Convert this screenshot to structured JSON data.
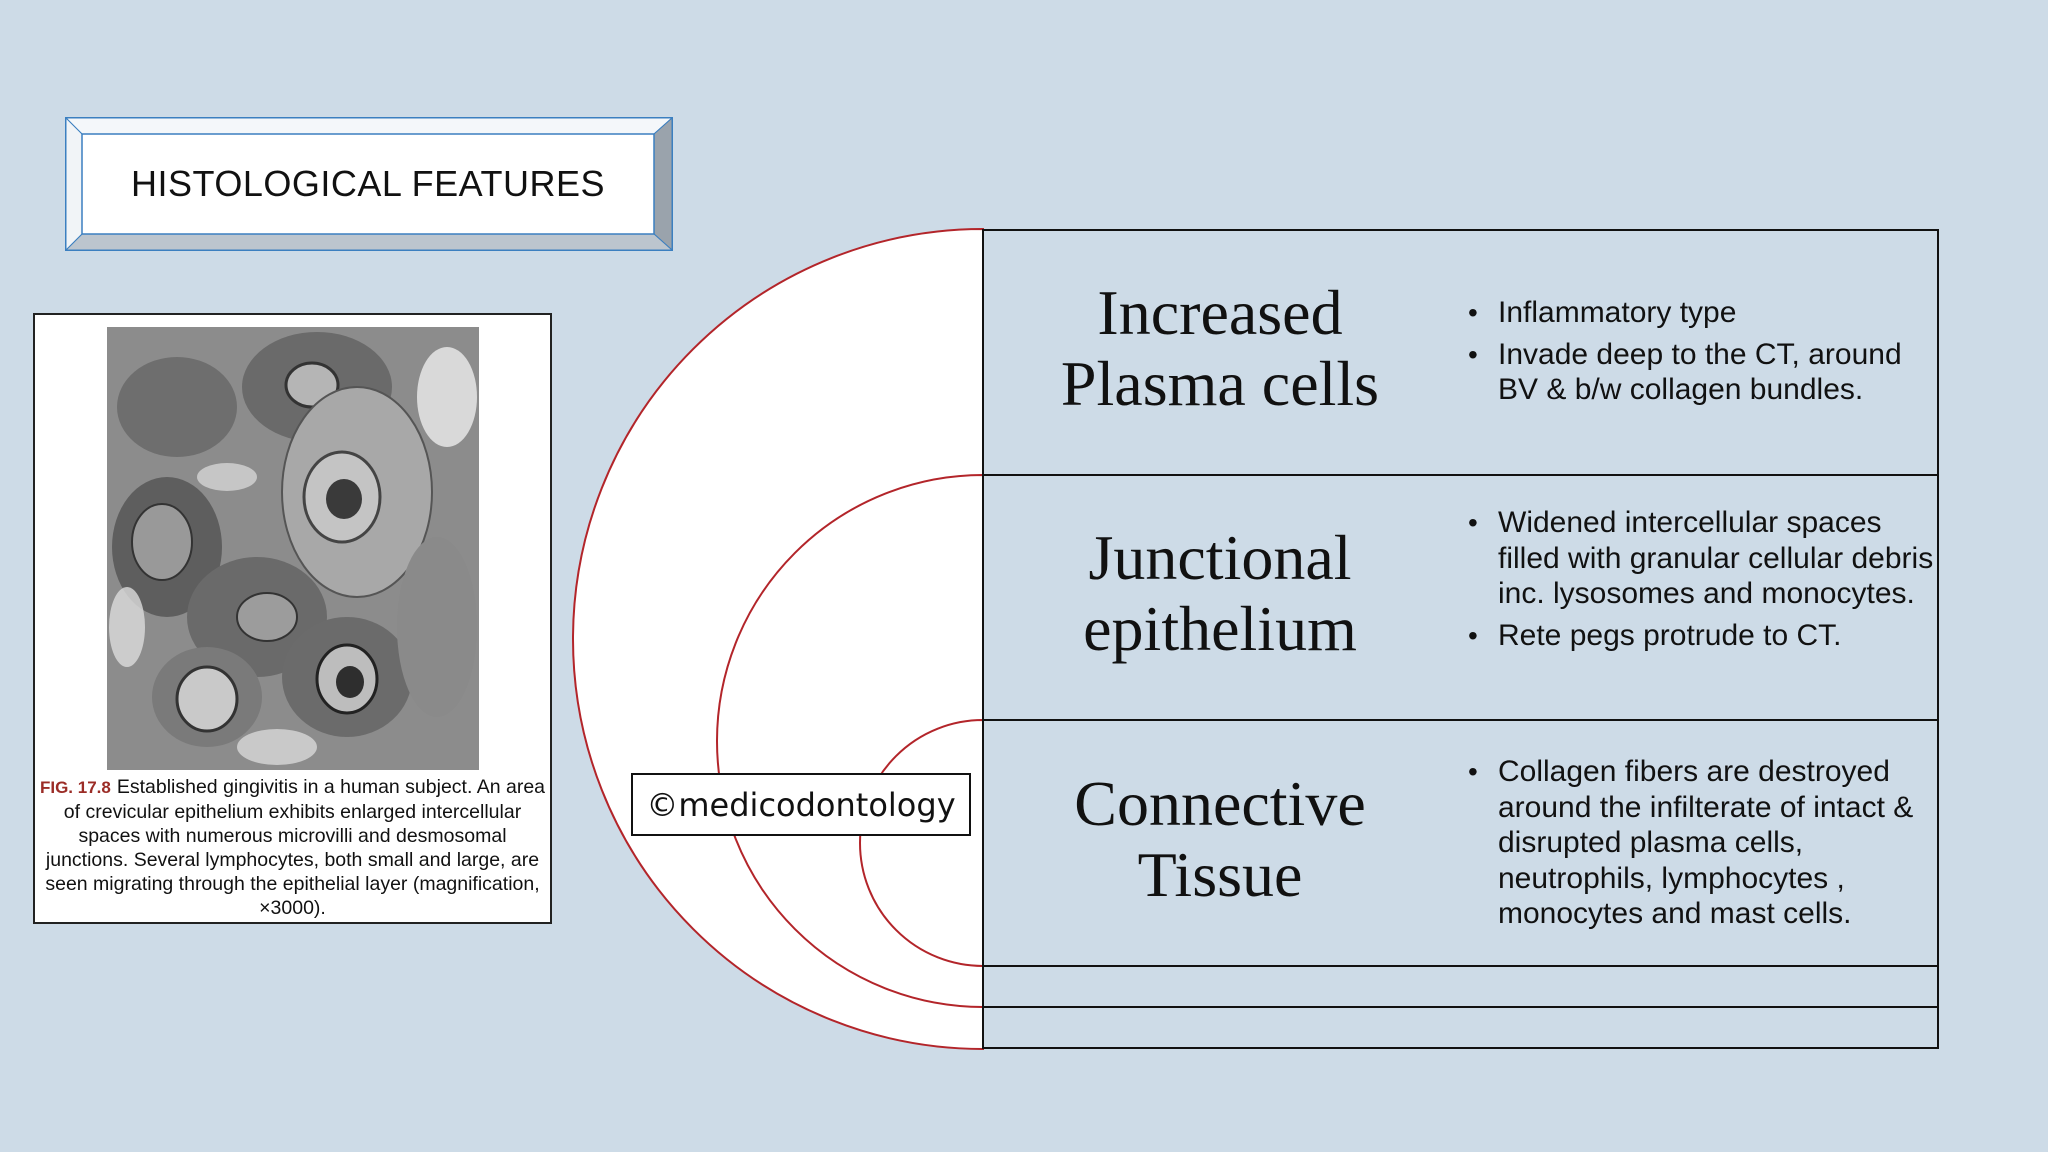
{
  "header": {
    "title": "HISTOLOGICAL FEATURES"
  },
  "figure": {
    "label": "FIG. 17.8",
    "caption": "Established gingivitis in a human subject. An area of crevicular epithelium exhibits enlarged intercellular spaces with numerous microvilli and desmosomal junctions. Several lymphocytes, both small and large, are seen migrating through the epithelial layer (magnification, ×3000)."
  },
  "watermark": "©medicodontology",
  "rows": [
    {
      "title_line1": "Increased",
      "title_line2": "Plasma cells",
      "bullets": [
        "Inflammatory type",
        "Invade deep to the CT, around BV & b/w collagen bundles."
      ]
    },
    {
      "title_line1": "Junctional",
      "title_line2": "epithelium",
      "bullets": [
        "Widened intercellular spaces filled with granular cellular debris inc. lysosomes and monocytes.",
        "Rete pegs protrude to CT."
      ]
    },
    {
      "title_line1": "Connective",
      "title_line2": "Tissue",
      "bullets": [
        "Collagen fibers are destroyed around the infilterate of intact & disrupted plasma cells, neutrophils, lymphocytes , monocytes and mast cells."
      ]
    }
  ],
  "colors": {
    "background": "#cddbe7",
    "arc_stroke": "#b3252a",
    "box_border": "#111111",
    "plaque_border": "#3b7fc0"
  }
}
